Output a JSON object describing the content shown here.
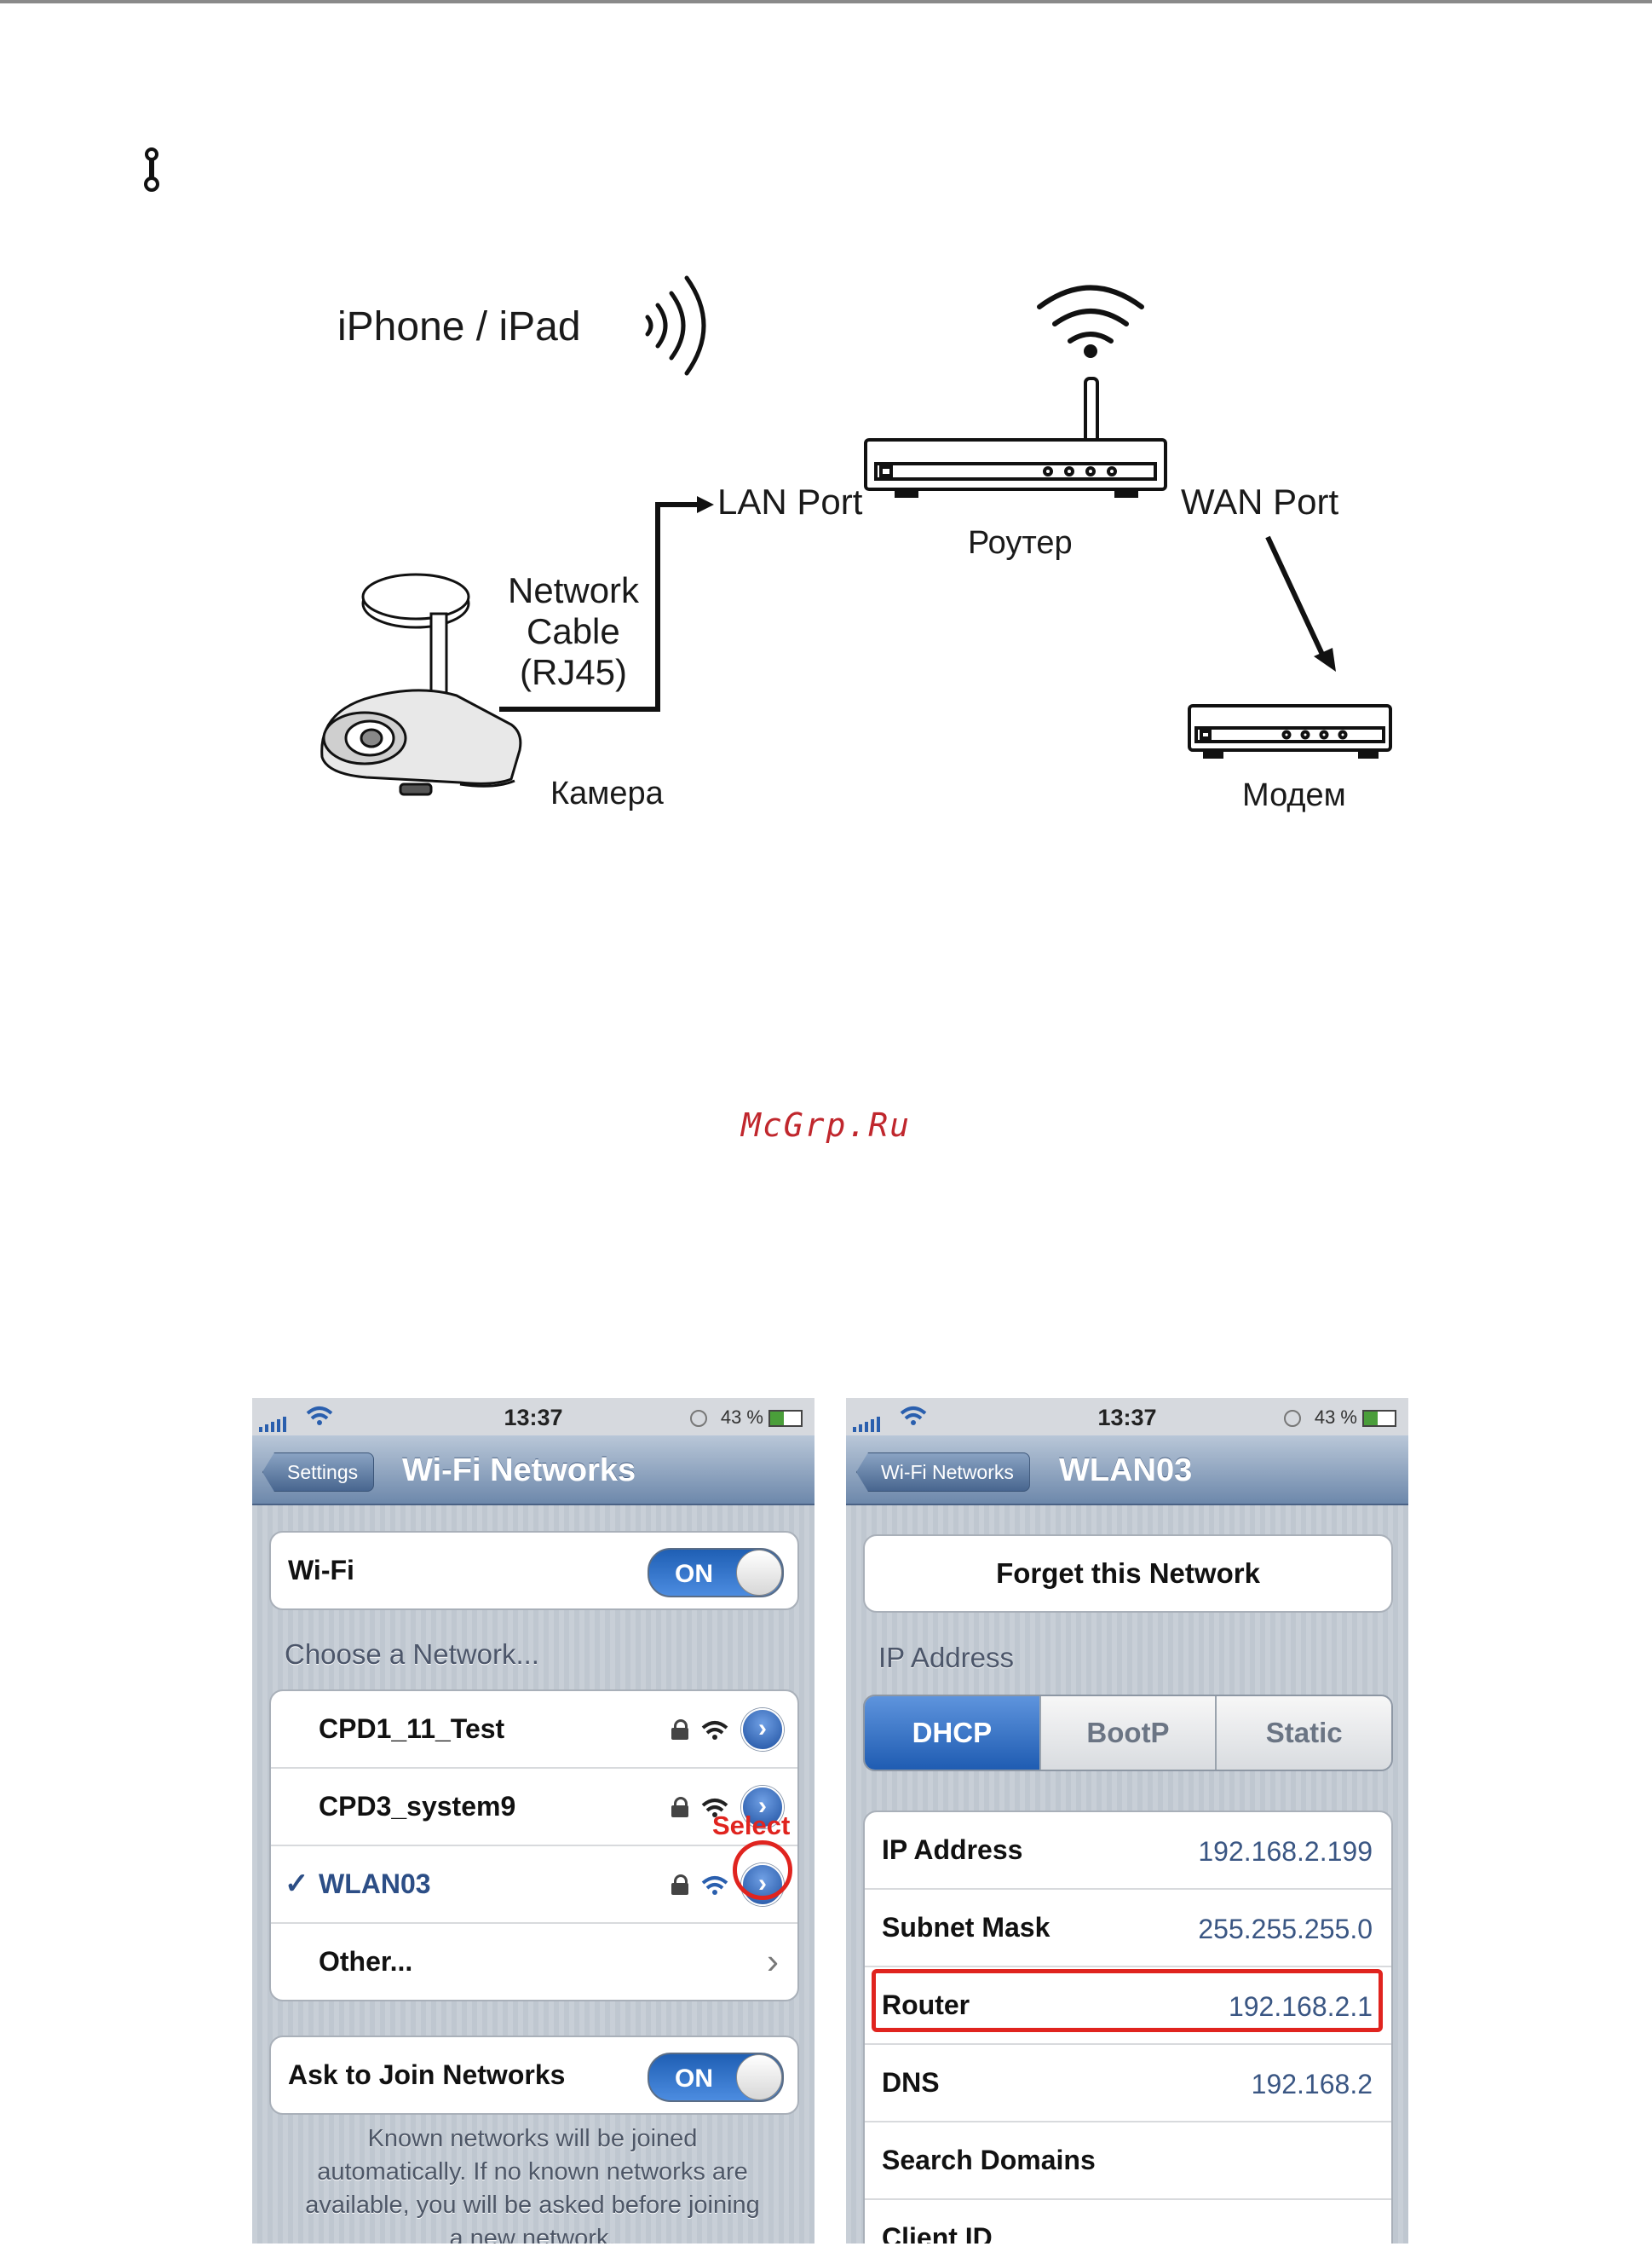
{
  "watermark": "McGrp.Ru",
  "diagram": {
    "iphone_ipad": "iPhone / iPad",
    "lan_port": "LAN Port",
    "wan_port": "WAN Port",
    "router": "Роутер",
    "network_cable_line1": "Network",
    "network_cable_line2": "Cable",
    "network_cable_line3": "(RJ45)",
    "camera": "Камера",
    "modem": "Модем"
  },
  "phone_left": {
    "status": {
      "time": "13:37",
      "battery": "43 %"
    },
    "nav": {
      "back": "Settings",
      "title": "Wi-Fi Networks"
    },
    "wifi": {
      "label": "Wi-Fi",
      "toggle": "ON"
    },
    "section": "Choose a Network...",
    "networks": [
      {
        "name": "CPD1_11_Test"
      },
      {
        "name": "CPD3_system9"
      },
      {
        "name": "WLAN03",
        "checked": true
      },
      {
        "name": "Other..."
      }
    ],
    "select_label": "Select",
    "ask_join": {
      "label": "Ask to Join Networks",
      "toggle": "ON"
    },
    "footer": [
      "Known networks will be joined",
      "automatically.  If no known networks are",
      "available, you will be asked before joining",
      "a new network."
    ]
  },
  "phone_right": {
    "status": {
      "time": "13:37",
      "battery": "43 %"
    },
    "nav": {
      "back": "Wi-Fi Networks",
      "title": "WLAN03"
    },
    "forget": "Forget this Network",
    "section": "IP Address",
    "segments": [
      "DHCP",
      "BootP",
      "Static"
    ],
    "rows": [
      {
        "label": "IP Address",
        "value": "192.168.2.199"
      },
      {
        "label": "Subnet Mask",
        "value": "255.255.255.0"
      },
      {
        "label": "Router",
        "value": "192.168.2.1"
      },
      {
        "label": "DNS",
        "value": "192.168.2"
      },
      {
        "label": "Search Domains",
        "value": ""
      },
      {
        "label": "Client ID",
        "value": ""
      }
    ]
  },
  "colors": {
    "highlight": "#e0241f",
    "ios_blue": "#2a5fae"
  }
}
